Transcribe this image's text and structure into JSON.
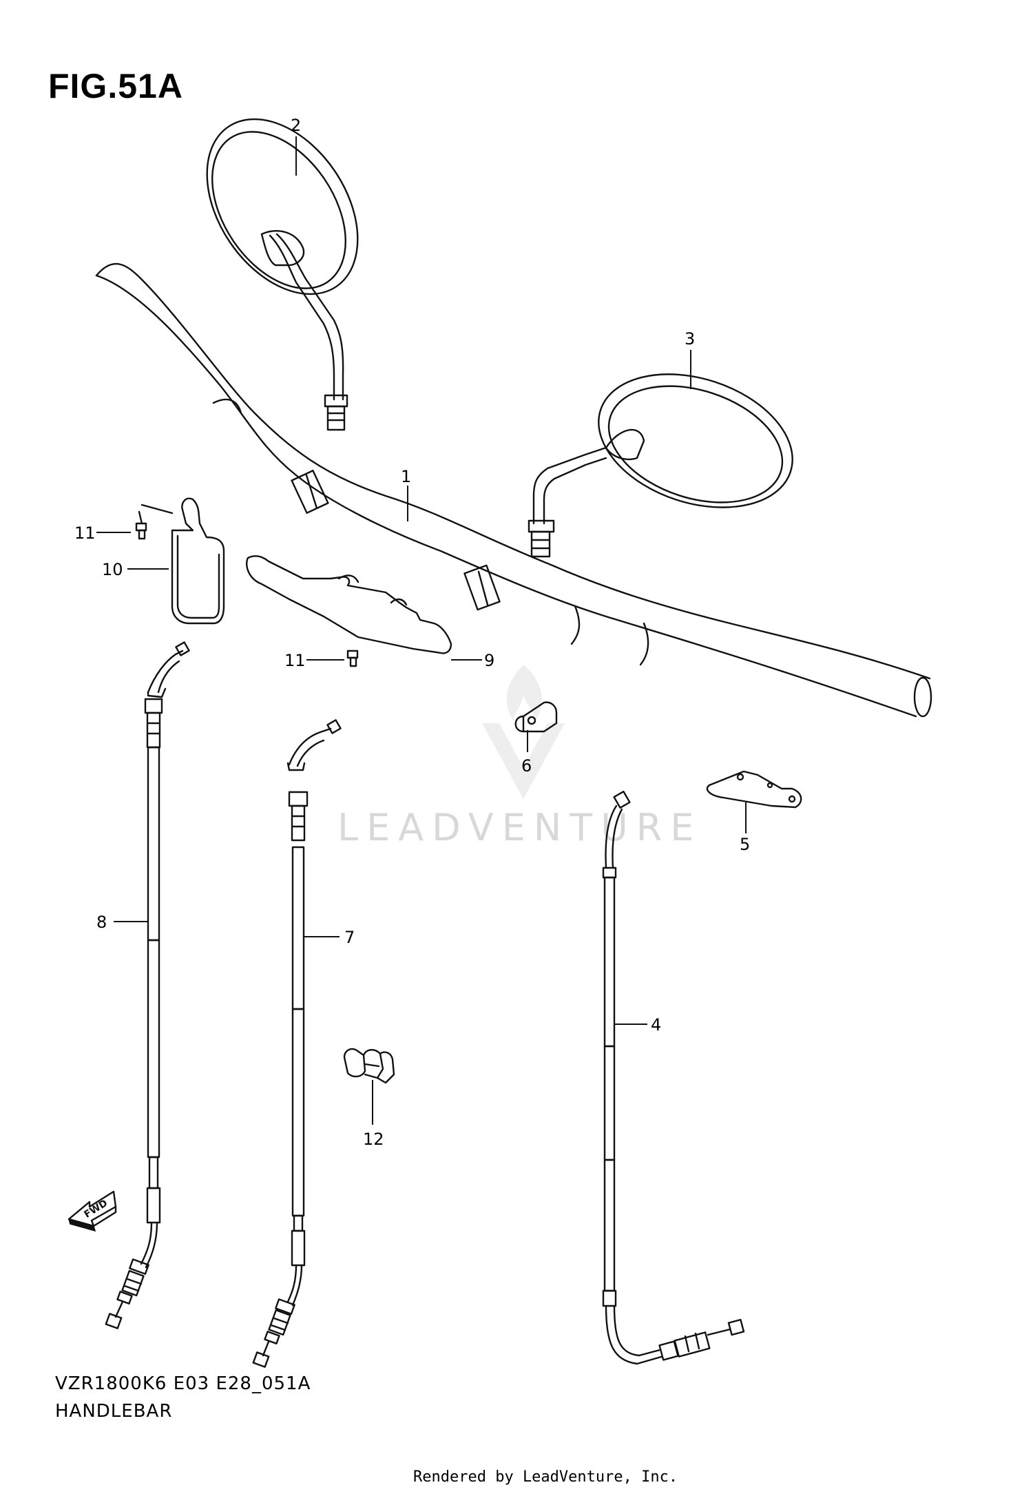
{
  "figure": {
    "title": "FIG.51A",
    "code": "VZR1800K6 E03 E28_051A",
    "name": "HANDLEBAR",
    "rendered_by": "Rendered by LeadVenture, Inc.",
    "watermark": "LEADVENTURE"
  },
  "callouts": {
    "c1": "1",
    "c2": "2",
    "c3": "3",
    "c4": "4",
    "c5": "5",
    "c6": "6",
    "c7": "7",
    "c8": "8",
    "c9": "9",
    "c10": "10",
    "c11a": "11",
    "c11b": "11",
    "c12": "12"
  },
  "fwd_label": "FWD"
}
